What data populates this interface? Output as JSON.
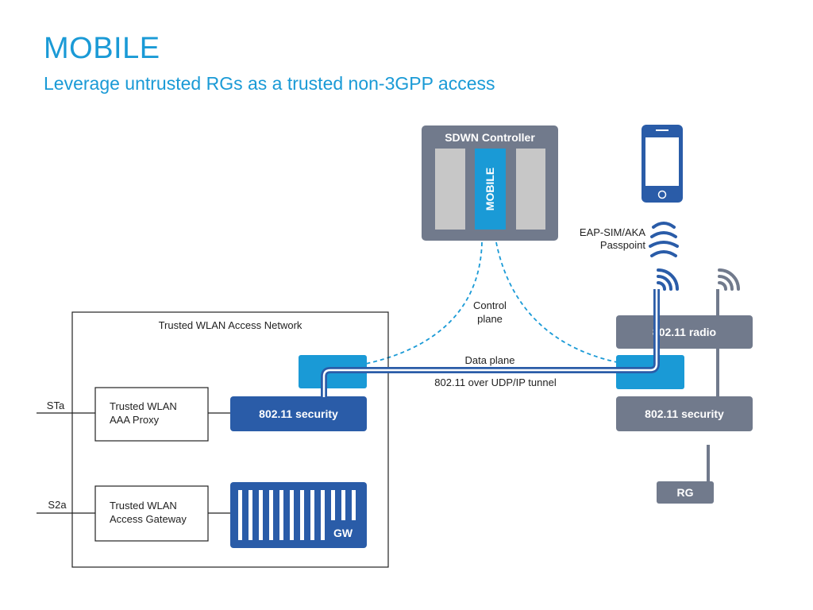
{
  "header": {
    "title": "MOBILE",
    "subtitle": "Leverage untrusted RGs as a trusted non-3GPP access"
  },
  "controller": {
    "title": "SDWN Controller",
    "module_label": "MOBILE"
  },
  "labels": {
    "control_plane_line1": "Control",
    "control_plane_line2": "plane",
    "data_plane": "Data plane",
    "tunnel": "802.11 over UDP/IP tunnel",
    "eap_line1": "EAP-SIM/AKA",
    "eap_line2": "Passpoint"
  },
  "trusted_network": {
    "title": "Trusted WLAN Access Network",
    "aaa_proxy_line1": "Trusted WLAN",
    "aaa_proxy_line2": "AAA Proxy",
    "gateway_line1": "Trusted WLAN",
    "gateway_line2": "Access Gateway",
    "security_label": "802.11 security",
    "gw_label": "GW",
    "sta_label": "STa",
    "s2a_label": "S2a"
  },
  "rg": {
    "radio_label": "802.11 radio",
    "security_label": "802.11 security",
    "rg_label": "RG"
  },
  "colors": {
    "accent": "#1a9ad6",
    "dark_blue": "#2a5ca8",
    "gray": "#717a8c",
    "light_gray": "#c7c7c7"
  }
}
